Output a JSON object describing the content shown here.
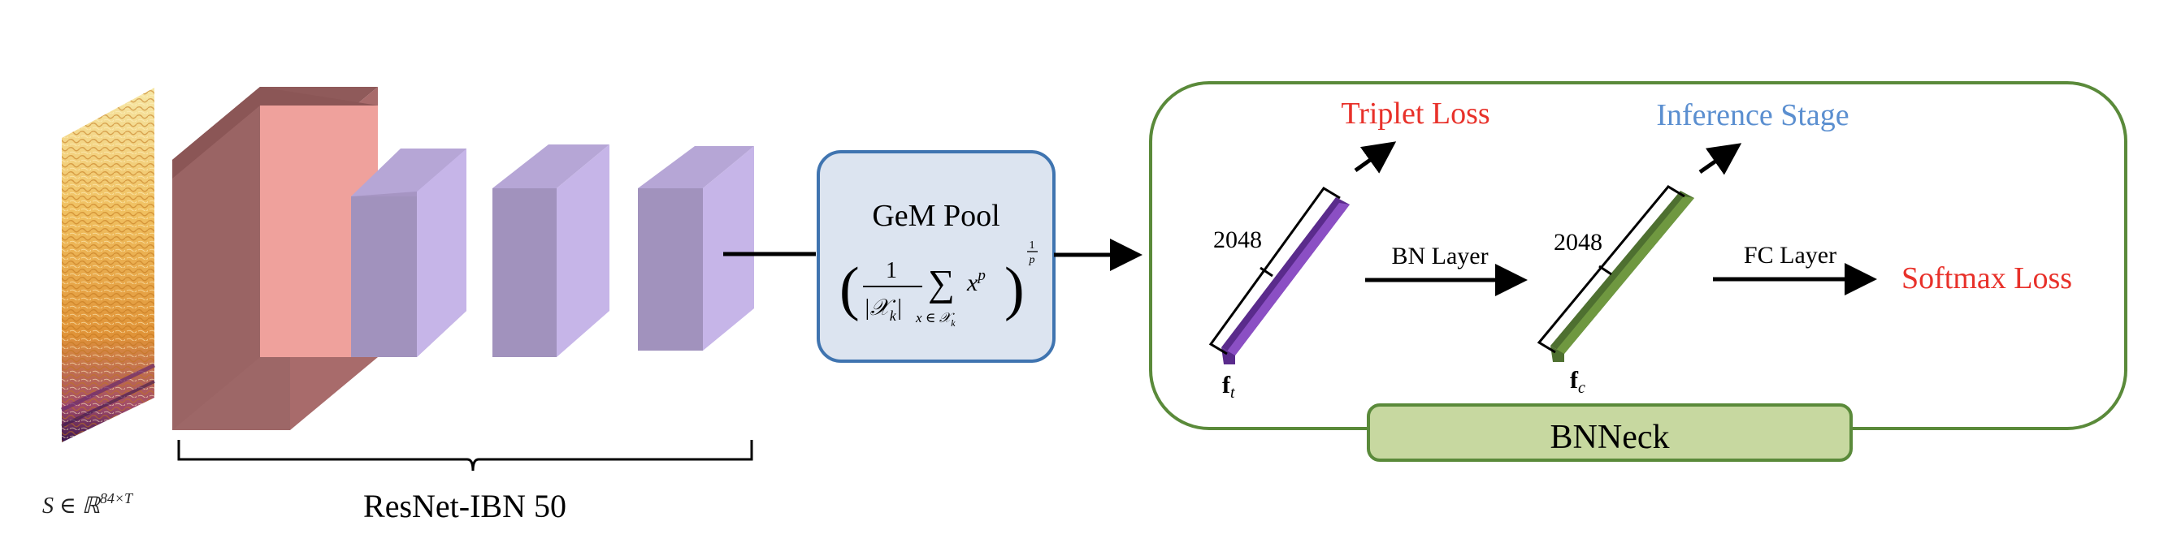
{
  "input": {
    "label_lhs": "S ∈ ℝ",
    "label_sup": "84×T"
  },
  "backbone": {
    "label": "ResNet-IBN 50"
  },
  "gem": {
    "title": "GeM Pool",
    "frac_num": "1",
    "abs_lhs": "|",
    "set_symbol": "𝒳",
    "set_sub": "k",
    "abs_rhs": "|",
    "sum_symbol": "∑",
    "sum_index": "x ∈ 𝒳",
    "sum_index_sub": "k",
    "term": "x",
    "term_sup": "p",
    "outer_exp_num": "1",
    "outer_exp_den": "p",
    "paren_left": "(",
    "paren_right": ")"
  },
  "bnneck": {
    "label": "BNNeck",
    "triplet_loss": "Triplet Loss",
    "inference_stage": "Inference Stage",
    "bn_layer": "BN Layer",
    "fc_layer": "FC Layer",
    "softmax_loss": "Softmax Loss",
    "dim_ft": "2048",
    "dim_fc": "2048",
    "ft_main": "f",
    "ft_sub": "t",
    "fc_main": "f",
    "fc_sub": "c"
  },
  "colors": {
    "red_text": "#e8312a",
    "blue_text": "#5b8fd0",
    "neck_border": "#5a8a3a",
    "neck_fill": "#c7d8a0",
    "gem_border": "#3f74b0",
    "gem_fill": "#dce4f0",
    "block_big_front": "#efa19c",
    "block_big_side": "#a86b6b",
    "block_front": "#c6b5e8",
    "block_side": "#a695c3",
    "ft_bar": "#8b4fc4",
    "fc_bar": "#6f9840"
  }
}
